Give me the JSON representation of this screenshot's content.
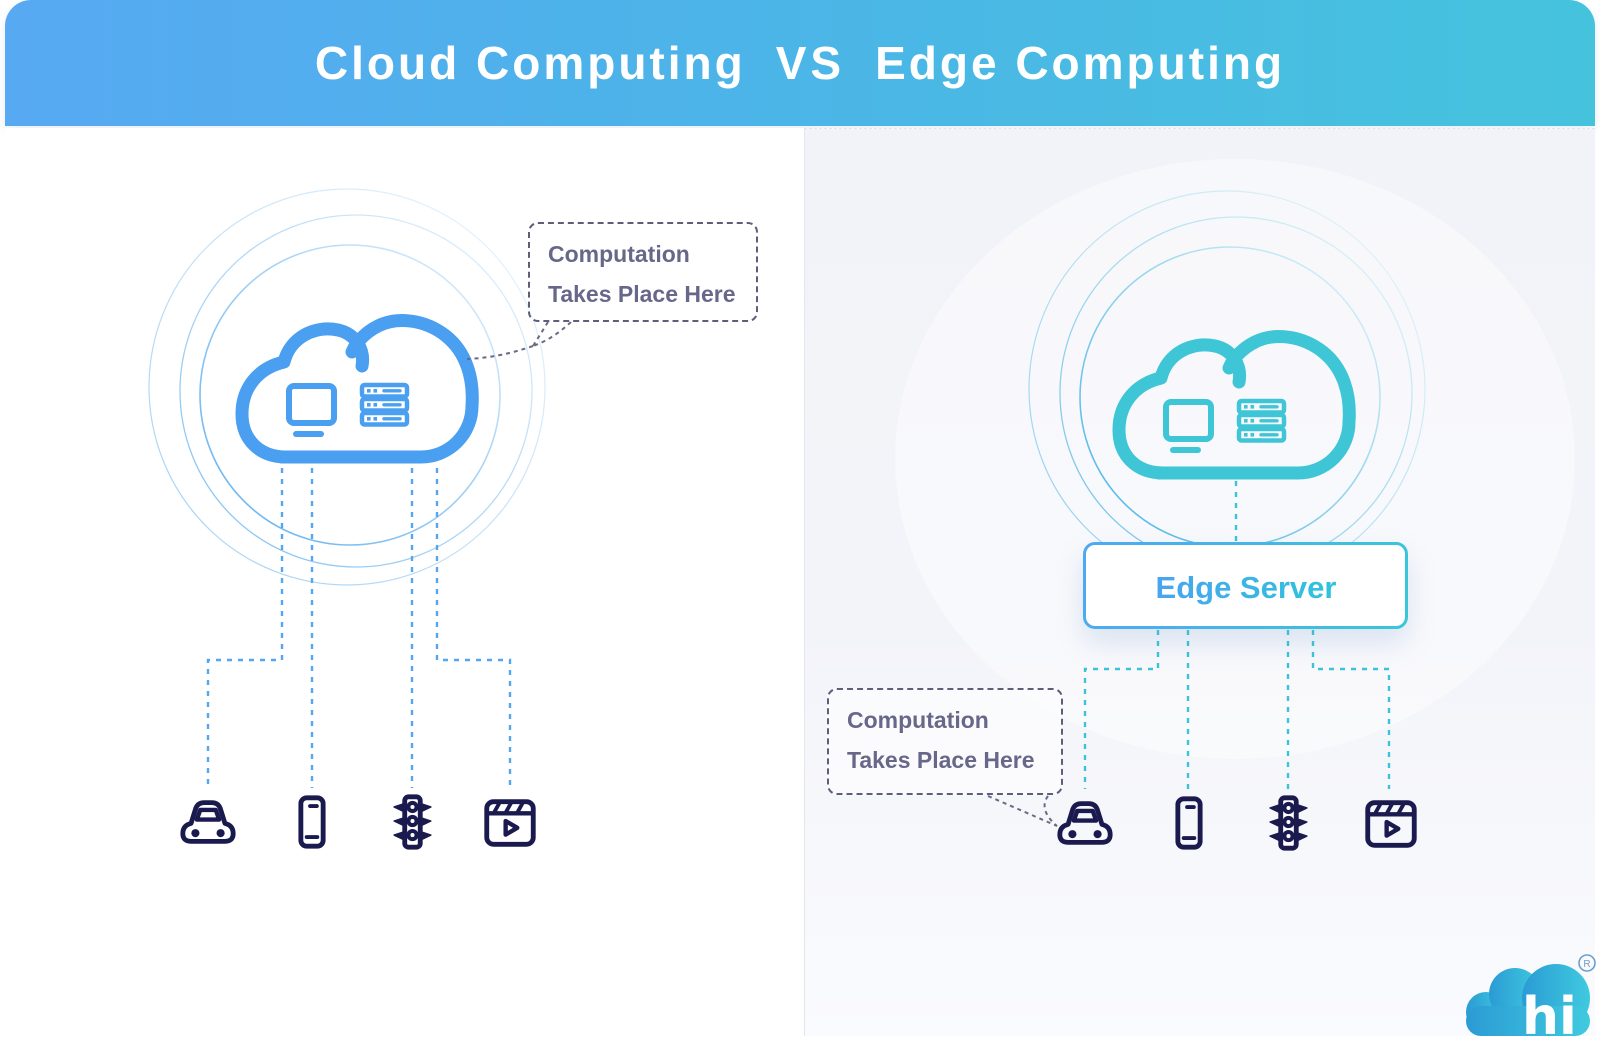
{
  "title": {
    "left": "Cloud Computing",
    "vs": "VS",
    "right": "Edge Computing"
  },
  "left_diagram": {
    "bubble": {
      "line1": "Computation",
      "line2": "Takes Place Here"
    },
    "cloud_icons": [
      "monitor",
      "server-rack"
    ],
    "devices": [
      "car",
      "smartphone",
      "traffic-light",
      "media-player"
    ]
  },
  "right_diagram": {
    "bubble": {
      "line1": "Computation",
      "line2": "Takes Place Here"
    },
    "edge_server_label": "Edge Server",
    "cloud_icons": [
      "monitor",
      "server-rack"
    ],
    "devices": [
      "car",
      "smartphone",
      "traffic-light",
      "media-player"
    ]
  },
  "logo": {
    "text": "hi",
    "registered": "R"
  },
  "colors": {
    "header_gradient_start": "#57A9F2",
    "header_gradient_end": "#45C3DD",
    "cloud_blue": "#4A9FF0",
    "cloud_teal": "#3EC6D6",
    "connector_blue": "#55A5EF",
    "connector_teal": "#3AC4D9",
    "device_icon_navy": "#1A1A4E",
    "bubble_border": "#5E5E7B",
    "bubble_text": "#67678A",
    "right_panel_bg": "#F2F4F9",
    "edge_server_gradient": [
      "#4FA8F2",
      "#38C6DA"
    ]
  }
}
